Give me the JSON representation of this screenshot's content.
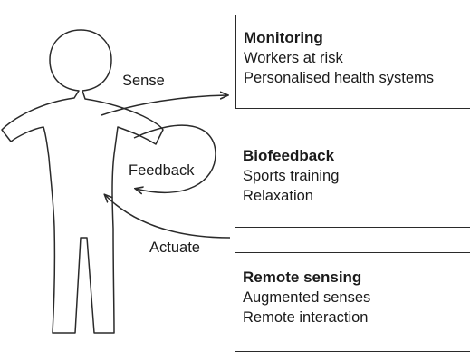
{
  "labels": {
    "sense": "Sense",
    "feedback": "Feedback",
    "actuate": "Actuate"
  },
  "boxes": [
    {
      "title": "Monitoring",
      "lines": [
        "Workers at risk",
        "Personalised health systems"
      ]
    },
    {
      "title": "Biofeedback",
      "lines": [
        "Sports training",
        "Relaxation"
      ]
    },
    {
      "title": "Remote sensing",
      "lines": [
        "Augmented senses",
        "Remote interaction"
      ]
    }
  ],
  "colors": {
    "stroke": "#2a2a2a",
    "text": "#1a1a1a",
    "background": "#ffffff"
  }
}
